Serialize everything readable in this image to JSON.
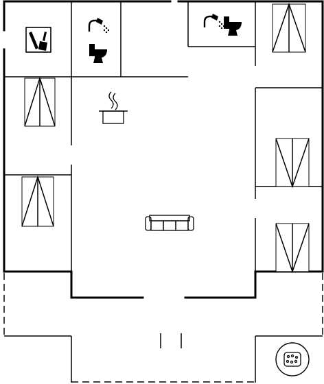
{
  "plan": {
    "rooms": [
      "utility",
      "bathroom-1",
      "bathroom-2",
      "bedroom-1",
      "bedroom-2",
      "bedroom-3",
      "bedroom-4",
      "living-kitchen",
      "terrace"
    ],
    "icons": [
      "washing-machine-icon",
      "shower-icon",
      "toilet-icon",
      "cooking-pot-icon",
      "sofa-icon",
      "hot-tub-icon",
      "single-bed-icon"
    ]
  }
}
